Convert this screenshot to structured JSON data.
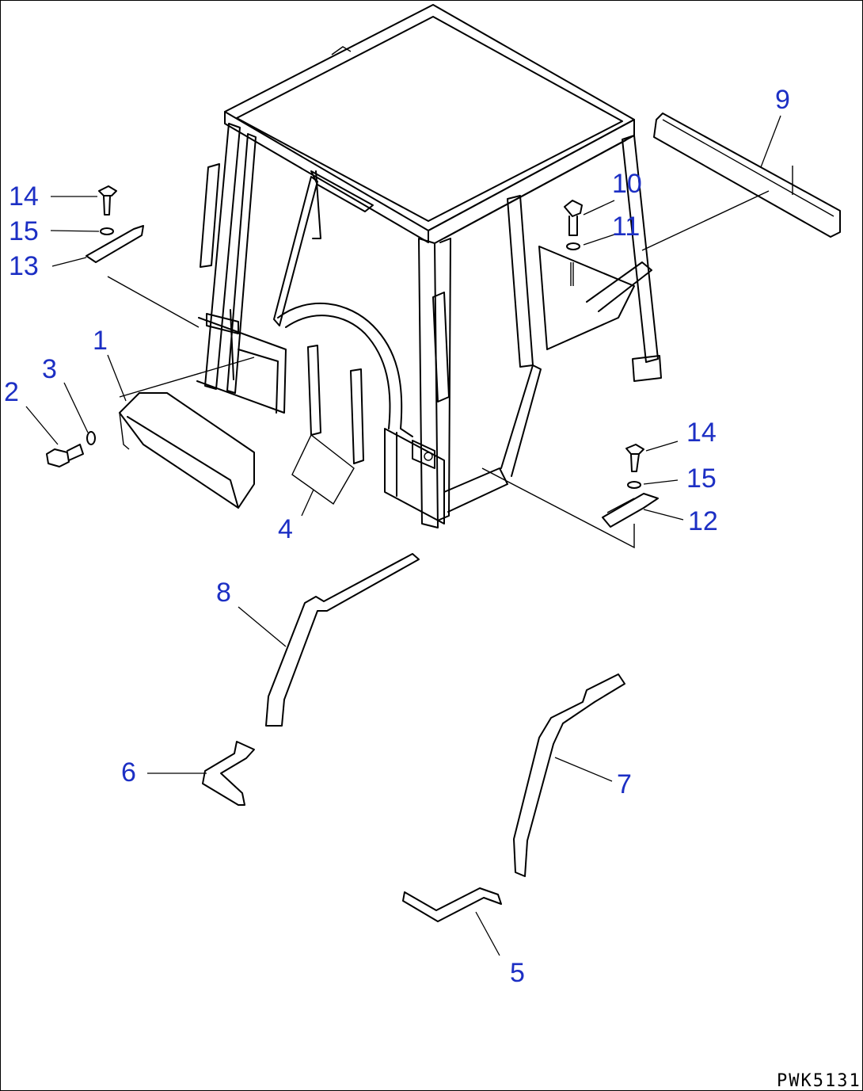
{
  "diagram": {
    "drawing_code": "PWK5131",
    "callouts": [
      {
        "id": "1",
        "label": "1"
      },
      {
        "id": "2",
        "label": "2"
      },
      {
        "id": "3",
        "label": "3"
      },
      {
        "id": "4",
        "label": "4"
      },
      {
        "id": "5",
        "label": "5"
      },
      {
        "id": "6",
        "label": "6"
      },
      {
        "id": "7",
        "label": "7"
      },
      {
        "id": "8",
        "label": "8"
      },
      {
        "id": "9",
        "label": "9"
      },
      {
        "id": "10",
        "label": "10"
      },
      {
        "id": "11",
        "label": "11"
      },
      {
        "id": "12",
        "label": "12"
      },
      {
        "id": "13",
        "label": "13"
      },
      {
        "id": "14a",
        "label": "14"
      },
      {
        "id": "15a",
        "label": "15"
      },
      {
        "id": "14b",
        "label": "14"
      },
      {
        "id": "15b",
        "label": "15"
      }
    ],
    "colors": {
      "callout": "#1c2fc4",
      "line": "#000000"
    }
  }
}
